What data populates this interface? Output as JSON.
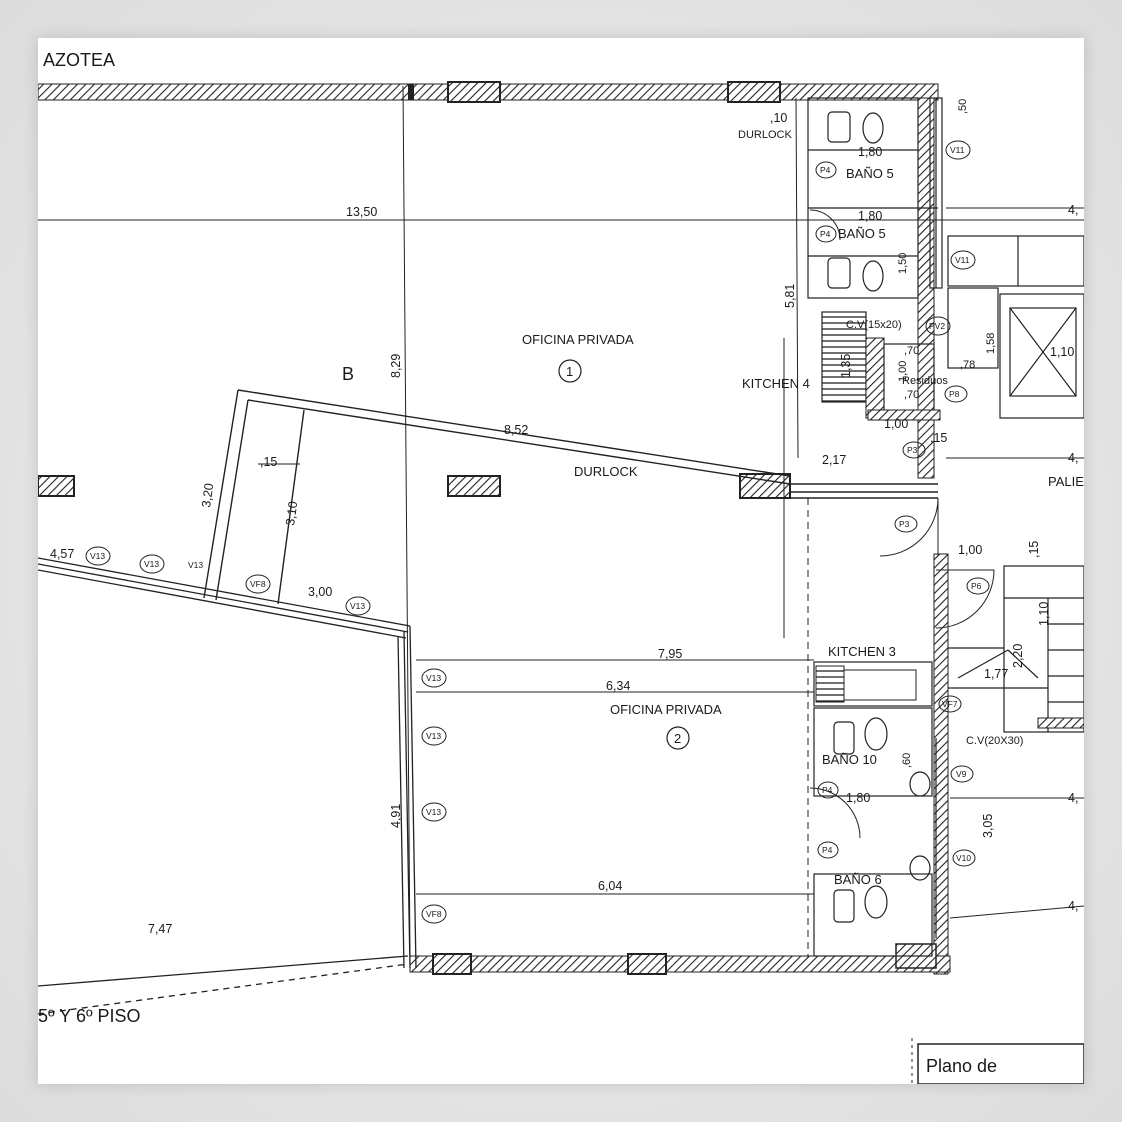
{
  "titles": {
    "top": "AZOTEA",
    "floor": "5º Y 6º PISO",
    "stamp": "Plano de"
  },
  "rooms": {
    "office1": "OFICINA PRIVADA",
    "office1_num": "1",
    "office2": "OFICINA PRIVADA",
    "office2_num": "2",
    "bath5a": "BAÑO 5",
    "bath5b": "BAÑO 5",
    "bath10": "BAÑO 10",
    "bath6": "BAÑO 6",
    "kitchen4": "KITCHEN 4",
    "kitchen3": "KITCHEN 3",
    "palier": "PALIE",
    "residuos": "Residuos",
    "durlock_wall": "DURLOCK",
    "durlock_top": "DURLOCK",
    "letter_b": "B",
    "cv_a": "C.V(15x20)",
    "cv_b": "C.V(20X30)"
  },
  "dims": {
    "d1350": "13,50",
    "d829": "8,29",
    "d581": "5,81",
    "d852": "8,52",
    "d320": "3,20",
    "d310": "3,10",
    "d015a": ",15",
    "d457": "4,57",
    "d300": "3,00",
    "d795": "7,95",
    "d634": "6,34",
    "d491": "4,91",
    "d604": "6,04",
    "d747": "7,47",
    "d010": ",10",
    "d180a": "1,80",
    "d180b": "1,80",
    "d180c": "1,80",
    "d217": "2,17",
    "d100a": "1,00",
    "d100b": "1,00",
    "d015b": ",15",
    "d015c": ",15",
    "d135": "1,35",
    "d070a": ",70",
    "d070b": ",70",
    "d078": ",78",
    "d100c": "1,00",
    "d158": "1,58",
    "d110a": "1,10",
    "d110b": "1,10",
    "d220": "2,20",
    "d177": "1,77",
    "d305": "3,05",
    "d050": ",50",
    "d42a": "4,",
    "d42b": "4,",
    "d42c": "4,",
    "d42d": "4,",
    "d060": ",60",
    "d150": "1,50"
  },
  "tags": {
    "v11a": "V11",
    "v11b": "V11",
    "p4a": "P4",
    "p4b": "P4",
    "p4c": "P4",
    "p4d": "P4",
    "pv2": "PV2",
    "p8": "P8",
    "p3a": "P3",
    "p3b": "P3",
    "p6": "P6",
    "v13a": "V13",
    "v13b": "V13",
    "v13c": "V13",
    "v13d": "V13",
    "v13e": "V13",
    "v13f": "V13",
    "v13g": "V13",
    "vf8a": "VF8",
    "vf8b": "VF8",
    "vf7": "VF7",
    "v9": "V9",
    "v10": "V10"
  }
}
